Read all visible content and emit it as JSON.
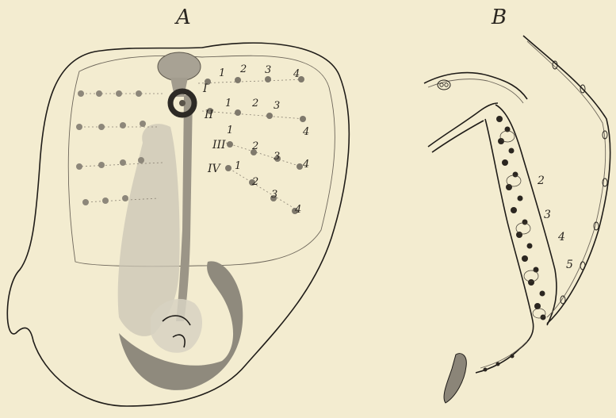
{
  "figure": {
    "panel_a": {
      "letter": "A"
    },
    "panel_b": {
      "letter": "B"
    }
  },
  "panel_a_labels": {
    "row_numerals": [
      "I",
      "II",
      "III",
      "IV"
    ],
    "row1_nums": [
      "1",
      "2",
      "3",
      "4"
    ],
    "row2_nums": [
      "1",
      "2",
      "3",
      "4"
    ],
    "row3_nums": [
      "1",
      "2",
      "3",
      "4"
    ],
    "row4_nums": [
      "1",
      "2",
      "3",
      "4"
    ]
  },
  "panel_b_labels": [
    "2",
    "3",
    "4",
    "5"
  ],
  "colors": {
    "paper": "#f3ecd0",
    "ink": "#1f1c18",
    "gray_tissue": "#9d978a",
    "light_tissue": "#c9c4b3"
  }
}
